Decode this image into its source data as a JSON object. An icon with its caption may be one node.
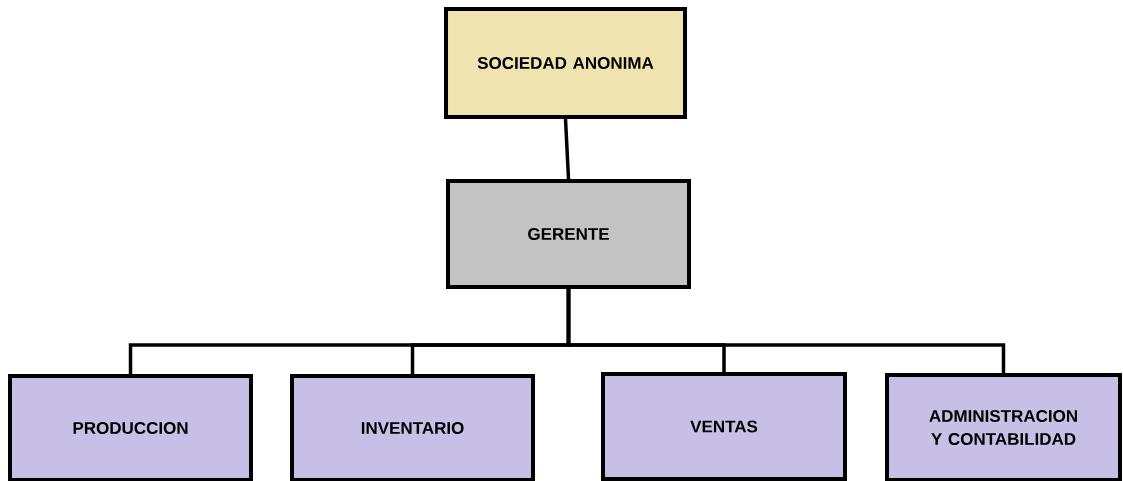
{
  "diagram": {
    "nodes": [
      {
        "text": [
          "SOCIEDAD ANONIMA"
        ]
      },
      {
        "text": [
          "GERENTE"
        ]
      },
      {
        "text": [
          "PRODUCCION"
        ]
      },
      {
        "text": [
          "INVENTARIO"
        ]
      },
      {
        "text": [
          "VENTAS"
        ]
      },
      {
        "text": [
          "ADMINISTRACION Y CONTABILIDAD"
        ]
      }
    ],
    "edges": [
      {
        "from": 0,
        "to": 1,
        "arrow": "none"
      },
      {
        "from": 1,
        "to": 2,
        "arrow": "none"
      },
      {
        "from": 1,
        "to": 3,
        "arrow": "none"
      },
      {
        "from": 1,
        "to": 4,
        "arrow": "none"
      },
      {
        "from": 1,
        "to": 5,
        "arrow": "none"
      }
    ]
  }
}
